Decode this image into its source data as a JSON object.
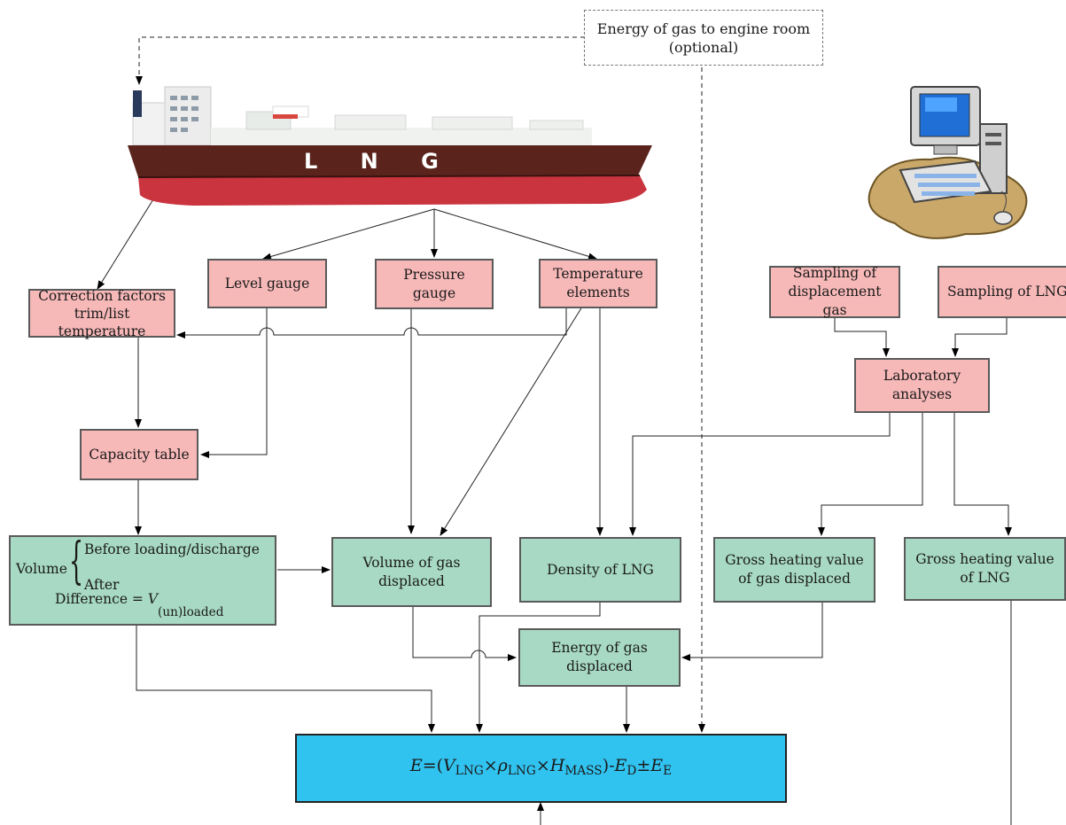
{
  "top_note": "Energy of gas to engine room\n(optional)",
  "ship": {
    "hull_text": "L N G"
  },
  "boxes": {
    "correction": "Correction factors\ntrim/list\ntemperature",
    "level": "Level gauge",
    "pressure": "Pressure\ngauge",
    "temperature": "Temperature\nelements",
    "sampling_gas": "Sampling of\ndisplacement gas",
    "sampling_lng": "Sampling of LNG",
    "lab": "Laboratory\nanalyses",
    "capacity": "Capacity table",
    "volume_gas": "Volume of gas\ndisplaced",
    "density": "Density of LNG",
    "ghv_gas": "Gross heating value\nof gas displaced",
    "ghv_lng": "Gross heating value\nof LNG",
    "energy_gas": "Energy of gas\ndisplaced"
  },
  "volume_box": {
    "label": "Volume",
    "before": "Before loading/discharge",
    "after": "After",
    "difference": "Difference = ",
    "v_symbol": "V",
    "v_sub": "(un)loaded"
  },
  "formula": {
    "e": "E",
    "eq": "=(",
    "v": "V",
    "v_sub": "LNG",
    "times1": "×",
    "rho": "ρ",
    "rho_sub": "LNG",
    "times2": "×",
    "h": "H",
    "h_sub": "MASS",
    "close": ")-",
    "ed": "E",
    "ed_sub": "D",
    "pm": "±",
    "ee": "E",
    "ee_sub": "E"
  }
}
